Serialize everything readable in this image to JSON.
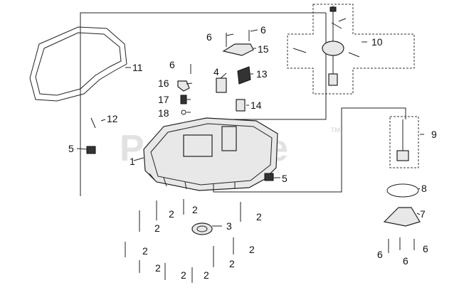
{
  "watermark": {
    "text": "PartsTree",
    "tm": "TM"
  },
  "callouts": {
    "c1": "1",
    "c2": "2",
    "c3": "3",
    "c4": "4",
    "c5": "5",
    "c6": "6",
    "c7": "7",
    "c8": "8",
    "c9": "9",
    "c10": "10",
    "c11": "11",
    "c12": "12",
    "c13": "13",
    "c14": "14",
    "c15": "15",
    "c16": "16",
    "c17": "17",
    "c18": "18"
  }
}
